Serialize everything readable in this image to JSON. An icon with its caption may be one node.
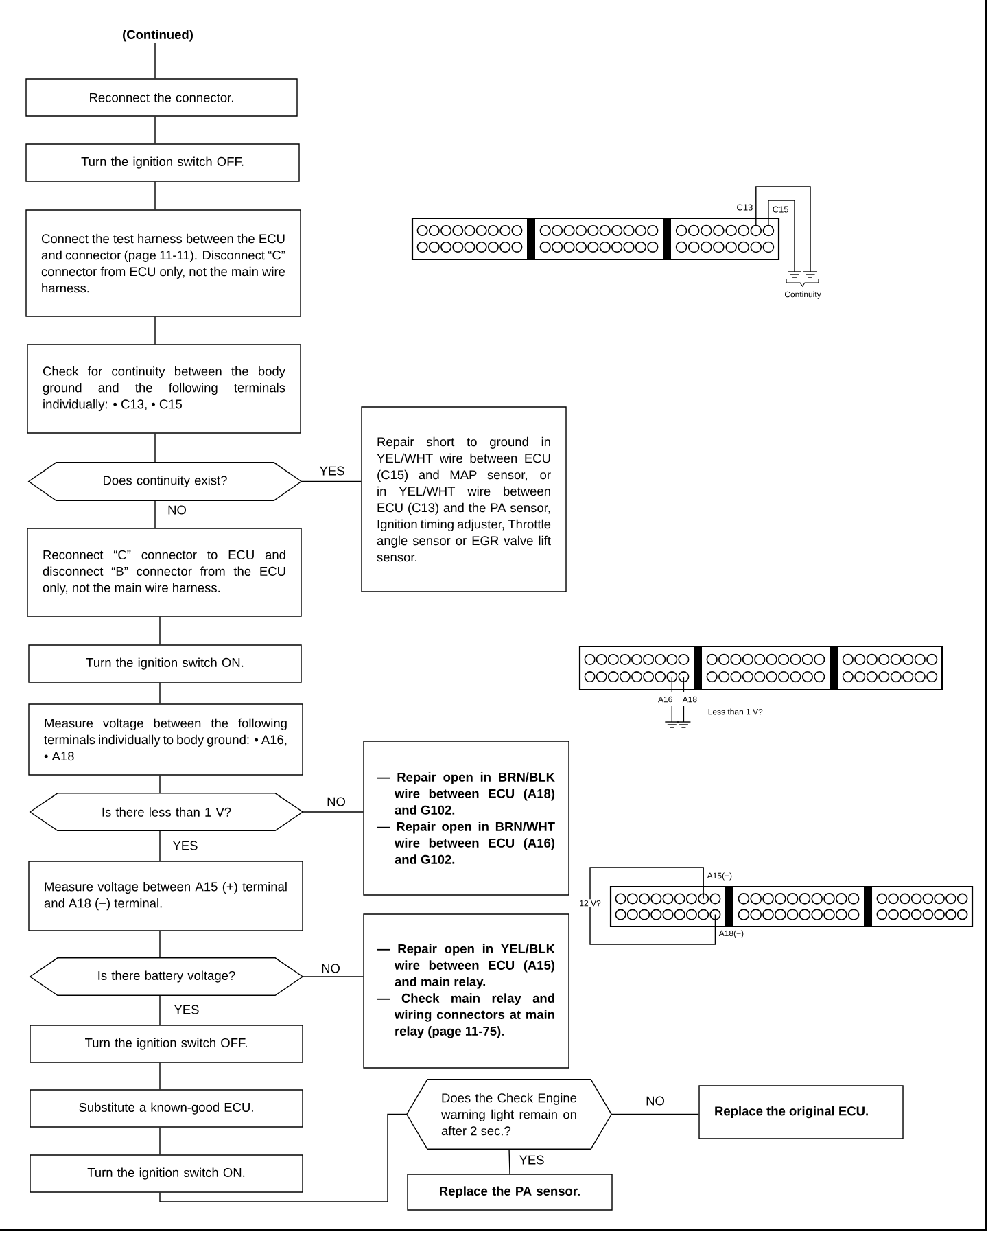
{
  "diagram": {
    "nodes": [
      {
        "text": [
          "(Continued)"
        ]
      },
      {
        "text": [
          "Reconnect the connector."
        ]
      },
      {
        "text": [
          "Turn the ignition switch OFF."
        ]
      },
      {
        "text": [
          "Connect the test harness between the ECU and connector (page 11-11). Disconnect “C” connector from ECU only, not the main wire harness."
        ]
      },
      {
        "text": [
          "Check for continuity between the body ground and the following terminals individually: • C13, • C15"
        ]
      },
      {
        "text": [
          "Does continuity exist?"
        ]
      },
      {
        "text": [
          "Repair short to ground in YEL/WHT wire between ECU (C15) and MAP sensor, or in YEL/WHT wire between ECU (C13) and the PA sensor, Ignition timing adjuster, Throttle angle sensor or EGR valve lift sensor."
        ]
      },
      {
        "text": [
          "Reconnect “C” connector to ECU and disconnect “B” connector from the ECU only, not the main wire harness."
        ]
      },
      {
        "text": [
          "Turn the ignition switch ON."
        ]
      },
      {
        "text": [
          "Measure voltage between the following terminals individually to body ground: • A16, • A18"
        ]
      },
      {
        "text": [
          "Is there less than 1 V?"
        ]
      },
      {
        "text": [
          "— Repair open in BRN/BLK wire between ECU (A18) and G102.",
          "— Repair open in BRN/WHT wire between ECU (A16) and G102."
        ]
      },
      {
        "text": [
          "Measure voltage between A15 (+) terminal and A18 (−) terminal."
        ]
      },
      {
        "text": [
          "Is there battery voltage?"
        ]
      },
      {
        "text": [
          "— Repair open in YEL/BLK wire between ECU (A15) and main relay.",
          "— Check main relay and wiring connectors at main relay (page 11-75)."
        ]
      },
      {
        "text": [
          "Turn the ignition switch OFF."
        ]
      },
      {
        "text": [
          "Substitute a known-good ECU."
        ]
      },
      {
        "text": [
          "Turn the ignition switch ON."
        ]
      },
      {
        "text": [
          "Does the Check Engine warning light remain on after 2 sec.?"
        ]
      },
      {
        "text": [
          "Replace the original ECU."
        ]
      },
      {
        "text": [
          "Replace the PA sensor."
        ]
      }
    ],
    "edges": [
      {
        "from": 0,
        "to": 1,
        "arrow": "none"
      },
      {
        "from": 1,
        "to": 2,
        "arrow": "none"
      },
      {
        "from": 2,
        "to": 3,
        "arrow": "none"
      },
      {
        "from": 3,
        "to": 4,
        "arrow": "none"
      },
      {
        "from": 4,
        "to": 5,
        "arrow": "none"
      },
      {
        "from": 5,
        "to": 6,
        "arrow": "none",
        "label": "YES"
      },
      {
        "from": 5,
        "to": 7,
        "arrow": "none",
        "label": "NO"
      },
      {
        "from": 7,
        "to": 8,
        "arrow": "none"
      },
      {
        "from": 8,
        "to": 9,
        "arrow": "none"
      },
      {
        "from": 9,
        "to": 10,
        "arrow": "none"
      },
      {
        "from": 10,
        "to": 11,
        "arrow": "none",
        "label": "NO"
      },
      {
        "from": 10,
        "to": 12,
        "arrow": "none",
        "label": "YES"
      },
      {
        "from": 12,
        "to": 13,
        "arrow": "none"
      },
      {
        "from": 13,
        "to": 14,
        "arrow": "none",
        "label": "NO"
      },
      {
        "from": 13,
        "to": 15,
        "arrow": "none",
        "label": "YES"
      },
      {
        "from": 15,
        "to": 16,
        "arrow": "none"
      },
      {
        "from": 16,
        "to": 17,
        "arrow": "none"
      },
      {
        "from": 17,
        "to": 18,
        "arrow": "none"
      },
      {
        "from": 18,
        "to": 19,
        "arrow": "none",
        "label": "NO"
      },
      {
        "from": 18,
        "to": 20,
        "arrow": "none",
        "label": "YES"
      }
    ],
    "labels": [
      "C13",
      "C15",
      "Continuity",
      "A16",
      "A18",
      "Less than 1 V?",
      "A15(+)",
      "12 V?",
      "A18(−)"
    ]
  }
}
